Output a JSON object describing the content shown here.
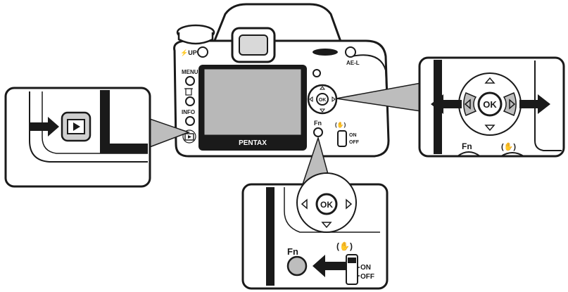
{
  "camera": {
    "brand": "PENTAX",
    "flash_up_label": "⚡UP",
    "ae_lock_label": "AE-L",
    "menu_label": "MENU",
    "delete_label": "\u0001",
    "info_label": "INFO",
    "fn_label": "Fn",
    "ok_label": "OK",
    "shake_label": "(✋)",
    "on_label": "ON",
    "off_label": "OFF"
  },
  "callout_left": {
    "button": "playback-button"
  },
  "callout_right": {
    "ok_label": "OK",
    "fn_label": "Fn",
    "shake_label": "(✋)"
  },
  "callout_bottom": {
    "ok_label": "OK",
    "fn_label": "Fn",
    "shake_label": "(✋)",
    "on_label": "ON",
    "off_label": "OFF"
  },
  "colors": {
    "outline": "#1a1a1a",
    "gray": "#bdbdbd",
    "screen": "#b8b8b8",
    "white": "#ffffff"
  }
}
